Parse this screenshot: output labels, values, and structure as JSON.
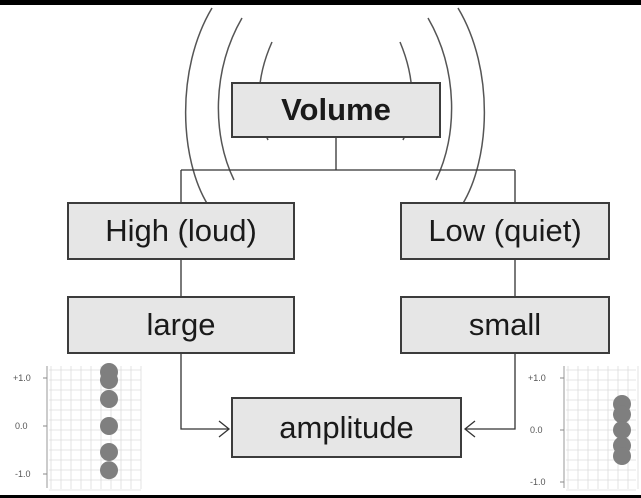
{
  "diagram": {
    "root": "Volume",
    "high": "High (loud)",
    "low": "Low (quiet)",
    "large": "large",
    "small": "small",
    "result": "amplitude"
  },
  "left_plot": {
    "ticks": [
      "+1.0",
      "0.0",
      "-1.0"
    ],
    "dots": [
      1.0,
      0.85,
      0.5,
      0.0,
      -0.5,
      -0.85
    ]
  },
  "right_plot": {
    "ticks": [
      "+1.0",
      "0.0",
      "-1.0"
    ],
    "dots": [
      0.5,
      0.3,
      0.0,
      -0.3,
      -0.5
    ]
  },
  "colors": {
    "box_fill": "#e6e6e6",
    "box_border": "#3c3c3c",
    "line": "#333333",
    "dot": "#7f7f7f"
  }
}
